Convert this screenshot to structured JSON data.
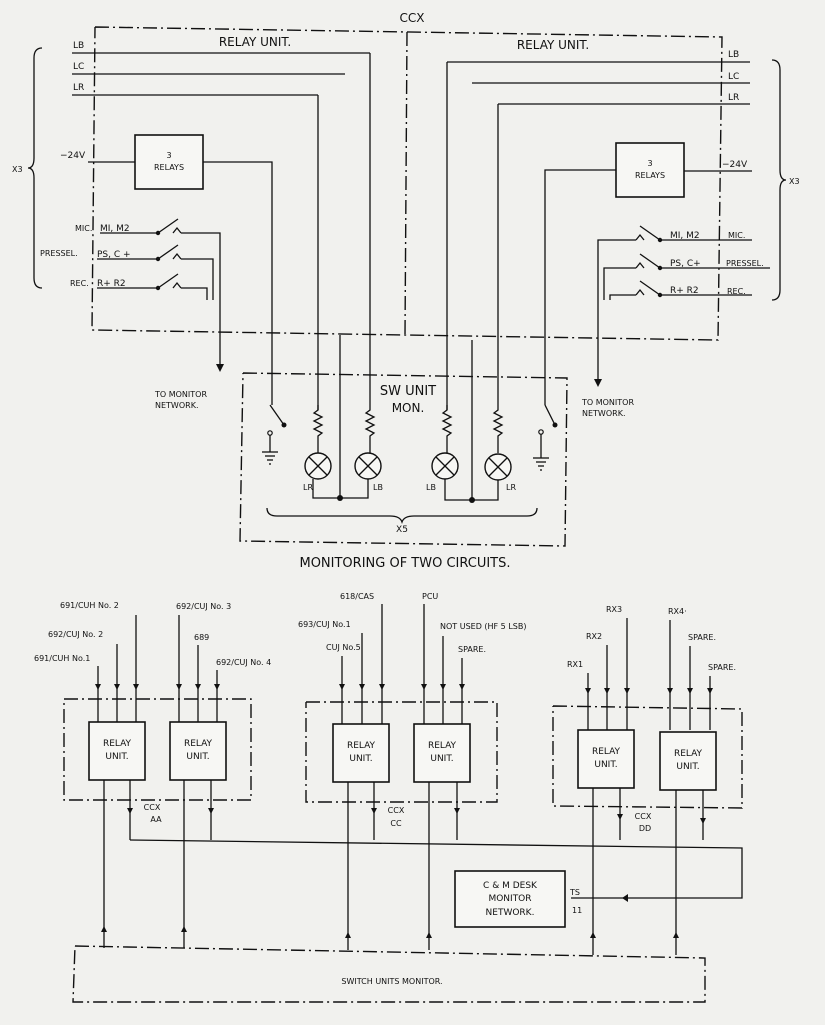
{
  "top": {
    "ccx": "CCX",
    "left_unit": {
      "title": "RELAY UNIT.",
      "lines": [
        "LB",
        "LC",
        "LR"
      ],
      "voltage": "−24V",
      "relays_box": [
        "3",
        "RELAYS"
      ],
      "multiplier": "X3",
      "switches": [
        {
          "label": "MIC.",
          "contacts": "MI, M2"
        },
        {
          "label": "PRESSEL.",
          "contacts": "PS, C +"
        },
        {
          "label": "REC.",
          "contacts": "R+ R2"
        }
      ]
    },
    "right_unit": {
      "title": "RELAY UNIT.",
      "lines": [
        "LB",
        "LC",
        "LR"
      ],
      "voltage": "−24V",
      "relays_box": [
        "3",
        "RELAYS"
      ],
      "multiplier": "X3",
      "switches": [
        {
          "label": "MIC.",
          "contacts": "MI, M2"
        },
        {
          "label": "PRESSEL.",
          "contacts": "PS, C+"
        },
        {
          "label": "REC.",
          "contacts": "R+ R2"
        }
      ]
    },
    "monitor_left": [
      "TO MONITOR",
      "NETWORK."
    ],
    "monitor_right": [
      "TO MONITOR",
      "NETWORK."
    ],
    "sw_unit": {
      "title": [
        "SW UNIT",
        "MON."
      ],
      "lamps": [
        "LR",
        "LB",
        "LB",
        "LR"
      ],
      "multiplier": "X5"
    },
    "caption": "MONITORING OF TWO CIRCUITS."
  },
  "bottom": {
    "groups": [
      {
        "name": "CCX AA",
        "ccx": [
          "CCX",
          "AA"
        ],
        "relay_label": [
          "RELAY",
          "UNIT."
        ],
        "inputs": [
          "691/CUH No.1",
          "692/CUJ No. 2",
          "691/CUH No. 2",
          "692/CUJ No. 3",
          "689",
          "692/CUJ No. 4"
        ]
      },
      {
        "name": "CCX CC",
        "ccx": [
          "CCX",
          "CC"
        ],
        "relay_label": [
          "RELAY",
          "UNIT."
        ],
        "inputs": [
          "CUJ No.5",
          "693/CUJ No.1",
          "618/CAS",
          "PCU",
          "NOT USED (HF 5 LSB)",
          "SPARE."
        ]
      },
      {
        "name": "CCX DD",
        "ccx": [
          "CCX",
          "DD"
        ],
        "relay_label": [
          "RELAY",
          "UNIT."
        ],
        "inputs": [
          "RX1",
          "RX2",
          "RX3",
          "RX4·",
          "SPARE.",
          "SPARE."
        ]
      }
    ],
    "desk": [
      "C & M DESK",
      "MONITOR",
      "NETWORK."
    ],
    "ts": [
      "TS",
      "11"
    ],
    "switch_units": "SWITCH UNITS MONITOR."
  }
}
